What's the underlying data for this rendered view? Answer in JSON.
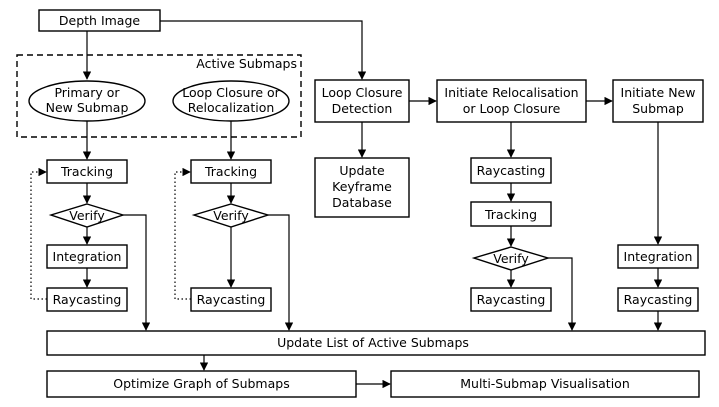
{
  "nodes": {
    "depth_image": "Depth Image",
    "active_submaps": "Active Submaps",
    "primary": [
      "Primary or",
      "New Submap"
    ],
    "loop_reloc": [
      "Loop Closure or",
      "Relocalization"
    ],
    "loop_detect": [
      "Loop Closure",
      "Detection"
    ],
    "initiate_reloc": [
      "Initiate Relocalisation",
      "or Loop Closure"
    ],
    "initiate_new": [
      "Initiate New",
      "Submap"
    ],
    "update_keyframe": [
      "Update",
      "Keyframe",
      "Database"
    ],
    "tracking": "Tracking",
    "verify": "Verify",
    "integration": "Integration",
    "raycasting": "Raycasting",
    "update_list": "Update List of Active Submaps",
    "optimize": "Optimize Graph of Submaps",
    "visualisation": "Multi-Submap Visualisation"
  }
}
